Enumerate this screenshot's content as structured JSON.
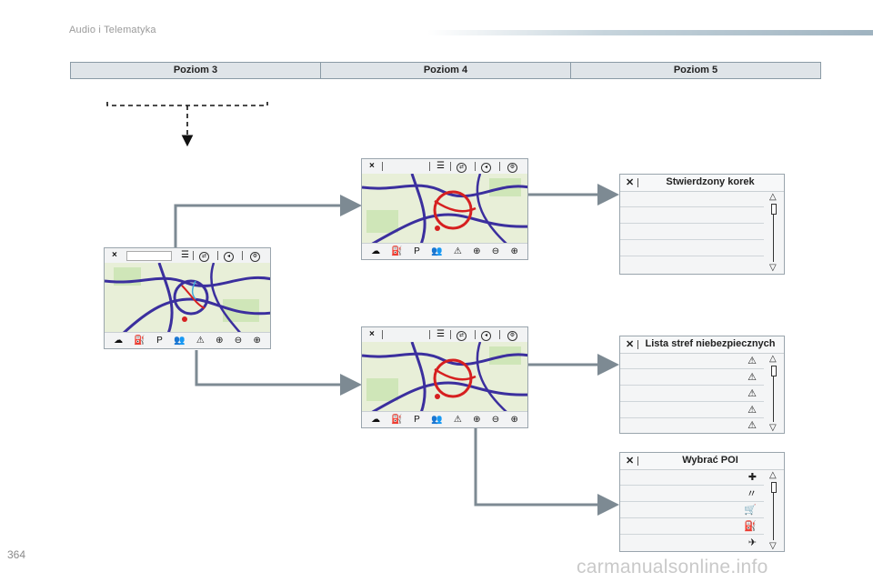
{
  "header": {
    "section": "Audio i Telematyka"
  },
  "levels": [
    "Poziom 3",
    "Poziom 4",
    "Poziom 5"
  ],
  "page_number": "364",
  "watermark": "carmanualsonline.info",
  "colors": {
    "road_primary": "#3b2f9e",
    "road_congested": "#d62020",
    "arrow": "#7d8a93"
  },
  "map_screen": {
    "close_icon": "×",
    "toolbar_icons": [
      "list-icon",
      "route-icon",
      "compass-icon",
      "settings-icon"
    ],
    "bottom_icons": [
      "weather-traffic-icon",
      "fuel-icon",
      "parking-icon",
      "poi-person-icon",
      "warning-icon",
      "zoom-plus-icon",
      "zoom-minus-icon",
      "zoom-in-icon"
    ],
    "bottom_glyphs": [
      "☁",
      "⛽",
      "P",
      "👥",
      "⚠",
      "⊕",
      "⊖",
      "⊕"
    ]
  },
  "panels": {
    "traffic": {
      "title": "Stwierdzony korek",
      "rows": [
        "",
        "",
        "",
        "",
        ""
      ]
    },
    "danger": {
      "title": "Lista stref niebezpiecznych",
      "rows": [
        "⚠",
        "⚠",
        "⚠",
        "⚠",
        "⚠"
      ]
    },
    "poi": {
      "title": "Wybrać POI",
      "rows": [
        "✚",
        "〃",
        "🛒",
        "⛽",
        "✈"
      ]
    }
  },
  "scroll": {
    "up": "△",
    "down": "▽"
  }
}
